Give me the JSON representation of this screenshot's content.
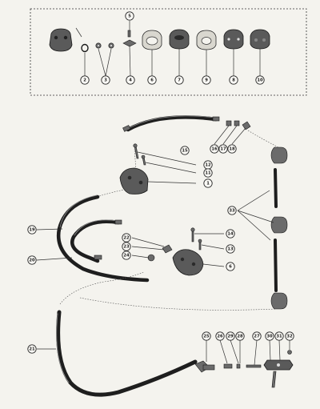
{
  "callouts": {
    "c1": "1",
    "c2": "2",
    "c3": "3",
    "c4": "4",
    "c5": "5",
    "c6": "6",
    "c7": "7",
    "c8": "8",
    "c9": "9",
    "c10": "10",
    "c6b": "6",
    "c11": "11",
    "c12": "12",
    "c13": "13",
    "c14": "14",
    "c15": "15",
    "c16": "16",
    "c17": "17",
    "c18": "18",
    "c19": "19",
    "c20": "20",
    "c21": "21",
    "c22": "22",
    "c23": "23",
    "c24": "24",
    "c25": "25",
    "c26": "26",
    "c27": "27",
    "c28": "28",
    "c29": "29",
    "c30": "30",
    "c31": "31",
    "c32": "32",
    "c33": "33"
  },
  "colors": {
    "paper": "#f4f3ee",
    "ink": "#1e1e1e",
    "part_gray": "#5a5a5a"
  }
}
